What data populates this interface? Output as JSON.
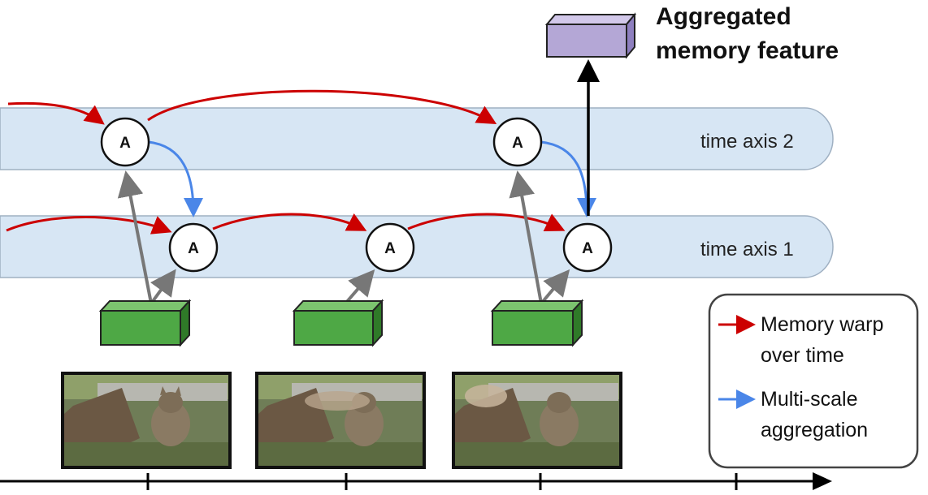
{
  "colors": {
    "band_fill": "#d7e6f4",
    "band_stroke": "#9fb0c2",
    "warp_arrow": "#cc0000",
    "aggregation_arrow": "#4a86e8",
    "feature_arrow": "#777777",
    "output_arrow": "#000000",
    "feature_block": "#4ea845",
    "memory_block": "#b4a7d6"
  },
  "output": {
    "title_line1": "Aggregated",
    "title_line2": "memory feature"
  },
  "time_axes": [
    {
      "label": "time axis 2"
    },
    {
      "label": "time axis 1"
    }
  ],
  "node_label": "A",
  "frames": [
    {
      "description_icon": "cat-frame-1"
    },
    {
      "description_icon": "cat-frame-2"
    },
    {
      "description_icon": "cat-frame-3"
    }
  ],
  "legend": {
    "items": [
      {
        "line1": "Memory warp",
        "line2": "over time",
        "color": "#cc0000"
      },
      {
        "line1": "Multi-scale",
        "line2": "aggregation",
        "color": "#4a86e8"
      }
    ]
  }
}
